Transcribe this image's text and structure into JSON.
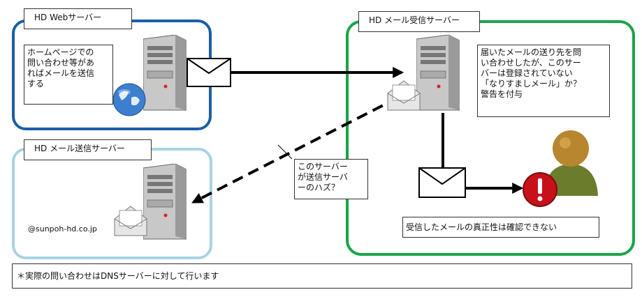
{
  "web_server": {
    "title": "HD  Webサーバー",
    "note": "ホームページでの\n問い合わせ等があ\nればメールを送信\nする",
    "border_color": "#1a5fa8"
  },
  "send_server": {
    "title": "HD  メール送信サーバー",
    "address": "@sunpoh-hd.co.jp",
    "border_color": "#a9d3e3"
  },
  "receive_server": {
    "title": "HD  メール受信サーバー",
    "note": "届いたメールの送り先を問\nい合わせしたが、このサー\nバーは登録されていない\n「なりすましメール」か？\n警告を付与",
    "result": "受信したメールの真正性は確認できない",
    "border_color": "#1aa34a"
  },
  "lookup_callout": "このサーバー\nが送信サーバ\nーのハズ？",
  "footer_note": "＊実際の問い合わせはDNSサーバーに対して行います",
  "icons": [
    "server-icon",
    "globe-icon",
    "envelope-icon",
    "open-envelope-icon",
    "user-icon",
    "warning-icon"
  ]
}
